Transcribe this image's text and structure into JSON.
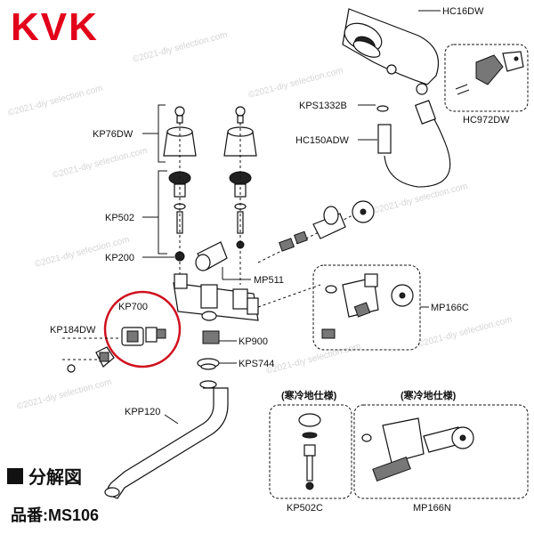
{
  "brand": "KVK",
  "watermark": "©2021-diy selection.com",
  "section_title": "分解図",
  "model_label": "品番:MS106",
  "parts": {
    "hc16dw": "HC16DW",
    "hc972dw": "HC972DW",
    "kps1332b": "KPS1332B",
    "hc150adw": "HC150ADW",
    "kp76dw": "KP76DW",
    "kp502": "KP502",
    "kp200": "KP200",
    "mp511": "MP511",
    "mp166c": "MP166C",
    "kp700": "KP700",
    "kp184dw": "KP184DW",
    "kp900": "KP900",
    "kps744": "KPS744",
    "kpp120": "KPP120",
    "kp502c": "KP502C",
    "mp166n": "MP166N"
  },
  "cold_region_note_left": "(寒冷地仕様)",
  "cold_region_note_right": "(寒冷地仕様)",
  "highlight_color": "#d0101e",
  "brand_color": "#e2001a"
}
